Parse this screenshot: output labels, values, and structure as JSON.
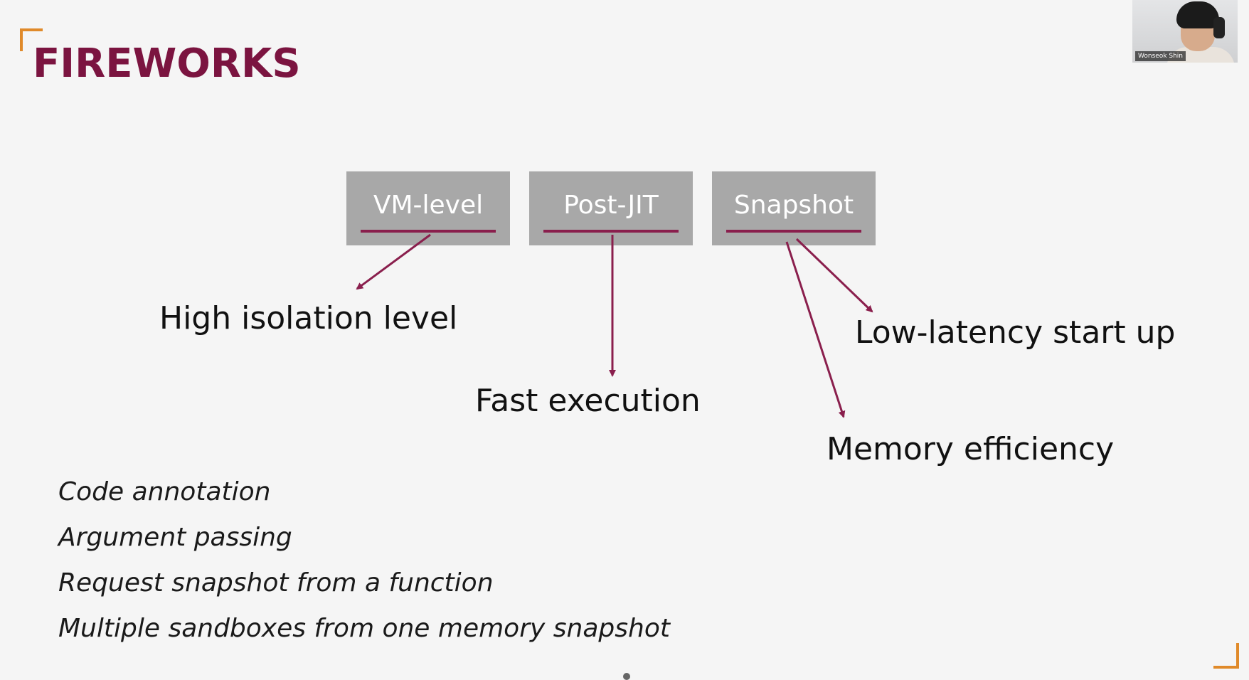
{
  "slide": {
    "title": "FIREWORKS",
    "boxes": [
      {
        "label": "VM-level"
      },
      {
        "label": "Post-JIT"
      },
      {
        "label": "Snapshot"
      }
    ],
    "outcomes": {
      "isolation": "High isolation level",
      "fast": "Fast execution",
      "low_latency": "Low-latency start up",
      "memory": "Memory efficiency"
    },
    "notes": [
      "Code annotation",
      "Argument passing",
      "Request snapshot from a function",
      "Multiple sandboxes from one memory snapshot"
    ]
  },
  "webcam": {
    "participant_name": "Wonseok Shin"
  },
  "colors": {
    "title": "#7b1440",
    "accent_corner": "#e08a2a",
    "box_fill": "#a8a8a8",
    "arrow": "#8a1f4d"
  }
}
